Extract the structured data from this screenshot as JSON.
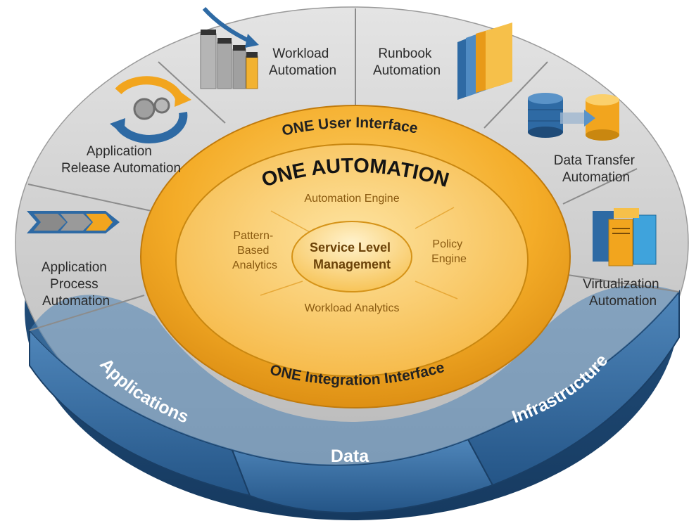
{
  "core": {
    "title": "ONE AUTOMATION",
    "user_interface": "ONE User Interface",
    "integration_interface": "ONE Integration Interface",
    "automation_engine": "Automation Engine",
    "workload_analytics": "Workload Analytics",
    "pattern_analytics": [
      "Pattern-",
      "Based",
      "Analytics"
    ],
    "policy_engine": [
      "Policy",
      "Engine"
    ],
    "service_level": [
      "Service Level",
      "Management"
    ]
  },
  "segments": [
    {
      "id": "workload-automation",
      "lines": [
        "Workload",
        "Automation"
      ],
      "icon": "server-bars-icon"
    },
    {
      "id": "runbook-automation",
      "lines": [
        "Runbook",
        "Automation"
      ],
      "icon": "runbook-pages-icon"
    },
    {
      "id": "data-transfer-automation",
      "lines": [
        "Data Transfer",
        "Automation"
      ],
      "icon": "database-transfer-icon"
    },
    {
      "id": "virtualization-automation",
      "lines": [
        "Virtualization",
        "Automation"
      ],
      "icon": "virtual-servers-icon"
    },
    {
      "id": "application-release-automation",
      "lines": [
        "Application",
        "Release Automation"
      ],
      "icon": "release-cycle-gears-icon"
    },
    {
      "id": "application-process-automation",
      "lines": [
        "Application",
        "Process",
        "Automation"
      ],
      "icon": "process-arrow-icon"
    }
  ],
  "base": {
    "applications": "Applications",
    "data": "Data",
    "infrastructure": "Infrastructure"
  },
  "colors": {
    "gray_ring": "#c6c6c6",
    "orange": "#f2a51e",
    "orange_light": "#fbd06c",
    "blue": "#3f76a8",
    "blue_dark": "#1f4b78"
  }
}
